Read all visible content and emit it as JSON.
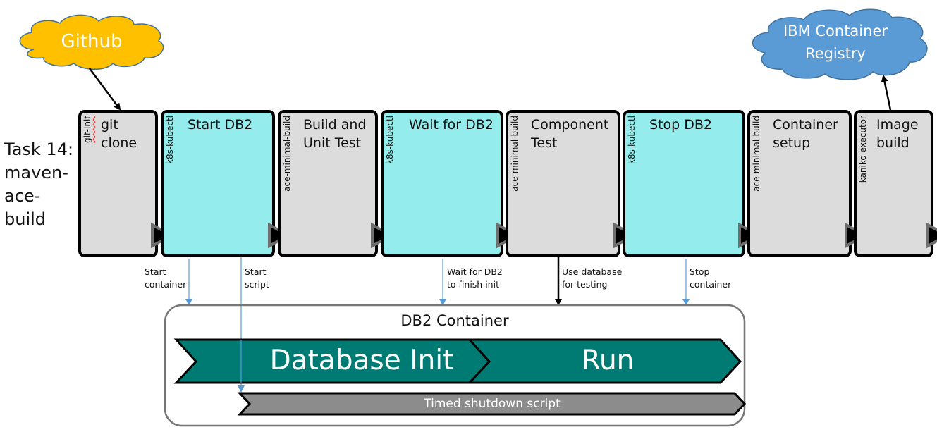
{
  "task": {
    "label": "Task 14:\nmaven-\nace-\nbuild"
  },
  "clouds": {
    "source": {
      "label": "Github",
      "fill": "#ffc000"
    },
    "registry": {
      "label": "IBM Container\nRegistry",
      "fill": "#5b9bd5"
    }
  },
  "stages": [
    {
      "title": "git\nclone",
      "image": "git-init",
      "color": "grey"
    },
    {
      "title": "Start DB2",
      "image": "k8s-kubectl",
      "color": "cyan"
    },
    {
      "title": "Build and\nUnit Test",
      "image": "ace-minimal-build",
      "color": "grey"
    },
    {
      "title": "Wait for DB2",
      "image": "k8s-kubectl",
      "color": "cyan"
    },
    {
      "title": "Component\nTest",
      "image": "ace-minimal-build",
      "color": "grey"
    },
    {
      "title": "Stop DB2",
      "image": "k8s-kubectl",
      "color": "cyan"
    },
    {
      "title": "Container\nsetup",
      "image": "ace-minimal-build",
      "color": "grey"
    },
    {
      "title": "Image\nbuild",
      "image": "kaniko executor",
      "color": "grey"
    }
  ],
  "annotations": [
    {
      "text": "Start\ncontainer"
    },
    {
      "text": "Start\nscript"
    },
    {
      "text": "Wait for DB2\nto finish init"
    },
    {
      "text": "Use database\nfor testing"
    },
    {
      "text": "Stop\ncontainer"
    }
  ],
  "db2_container": {
    "title": "DB2 Container",
    "phases": [
      {
        "label": "Database Init",
        "fill": "#007b73"
      },
      {
        "label": "Run",
        "fill": "#007b73"
      }
    ],
    "script": {
      "label": "Timed shutdown script",
      "fill": "#8c8c8c"
    }
  },
  "colors": {
    "stage_grey": "#dcdcdc",
    "stage_cyan": "#94ecec",
    "arrow_blue": "#5b9bd5"
  }
}
